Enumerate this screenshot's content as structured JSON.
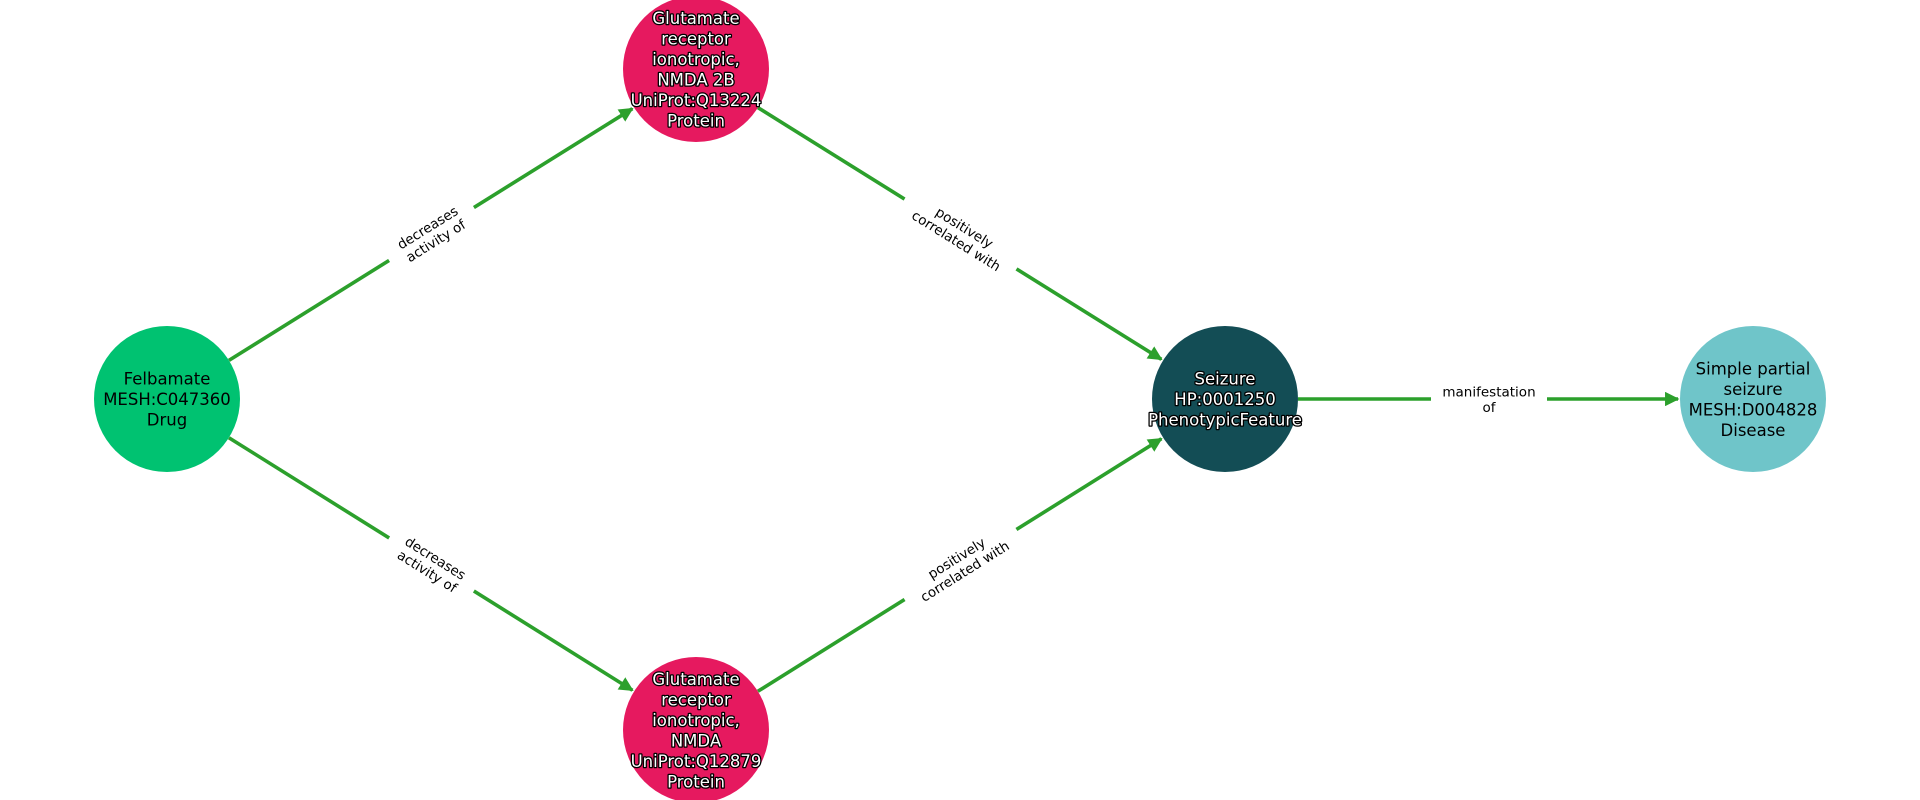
{
  "edge_color": "#2ca02c",
  "nodes": [
    {
      "id": "felbamate",
      "lines": [
        "Felbamate",
        "MESH:C047360",
        "Drug"
      ],
      "color": "#00c271",
      "text": "plain"
    },
    {
      "id": "grin2b",
      "lines": [
        "Glutamate",
        "receptor",
        "ionotropic,",
        "NMDA 2B",
        "UniProt:Q13224",
        "Protein"
      ],
      "color": "#e6195f",
      "text": "outlined"
    },
    {
      "id": "grin",
      "lines": [
        "Glutamate",
        "receptor",
        "ionotropic,",
        "NMDA",
        "UniProt:Q12879",
        "Protein"
      ],
      "color": "#e6195f",
      "text": "outlined"
    },
    {
      "id": "seizure",
      "lines": [
        "Seizure",
        "HP:0001250",
        "PhenotypicFeature"
      ],
      "color": "#134d55",
      "text": "outlined"
    },
    {
      "id": "simple",
      "lines": [
        "Simple partial",
        "seizure",
        "MESH:D004828",
        "Disease"
      ],
      "color": "#6fc5c9",
      "text": "plain"
    }
  ],
  "edges": [
    {
      "source": "felbamate",
      "target": "grin2b",
      "lines": [
        "decreases",
        "activity of"
      ]
    },
    {
      "source": "felbamate",
      "target": "grin",
      "lines": [
        "decreases",
        "activity of"
      ]
    },
    {
      "source": "grin2b",
      "target": "seizure",
      "lines": [
        "positively",
        "correlated with"
      ]
    },
    {
      "source": "grin",
      "target": "seizure",
      "lines": [
        "positively",
        "correlated with"
      ]
    },
    {
      "source": "seizure",
      "target": "simple",
      "lines": [
        "manifestation",
        "of"
      ]
    }
  ]
}
